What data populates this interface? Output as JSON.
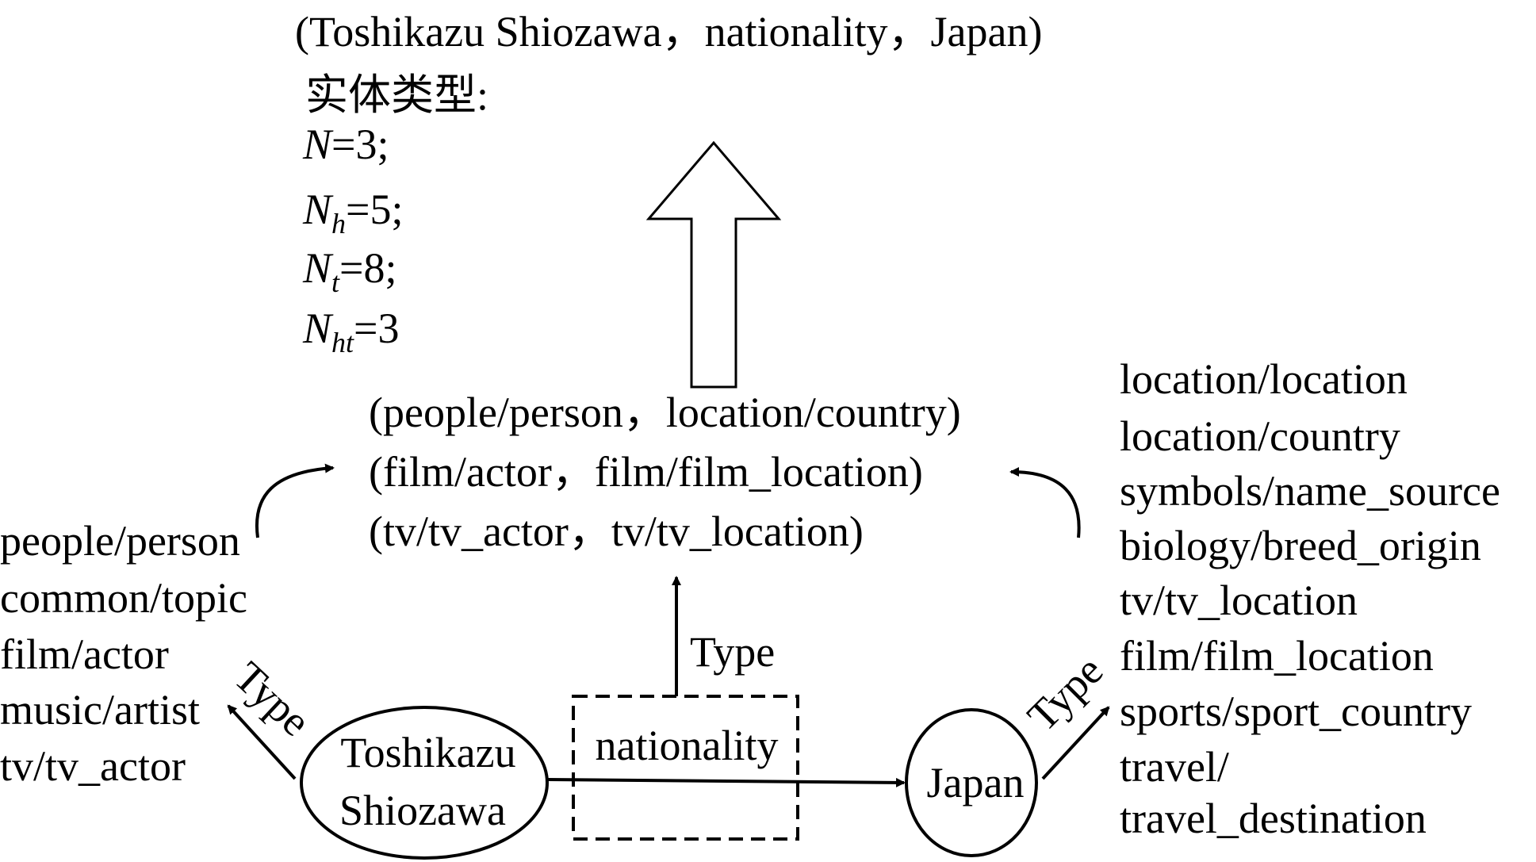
{
  "triple": "(Toshikazu Shiozawa，nationality，Japan)",
  "type_heading": "实体类型:",
  "stats": [
    {
      "sym": "N",
      "sub": "",
      "rest": "=3;"
    },
    {
      "sym": "N",
      "sub": "h",
      "rest": "=5;"
    },
    {
      "sym": "N",
      "sub": "t",
      "rest": "=8;"
    },
    {
      "sym": "N",
      "sub": "ht",
      "rest": "=3"
    }
  ],
  "type_pairs": [
    "(people/person，location/country)",
    "(film/actor，film/film_location)",
    "(tv/tv_actor，tv/tv_location)"
  ],
  "head_types": [
    "people/person",
    "common/topic",
    "film/actor",
    "music/artist",
    "tv/tv_actor"
  ],
  "tail_types": [
    "location/location",
    "location/country",
    "symbols/name_source",
    "biology/breed_origin",
    "tv/tv_location",
    "film/film_location",
    "sports/sport_country",
    "travel/",
    "travel_destination"
  ],
  "head_entity": [
    "Toshikazu",
    "Shiozawa"
  ],
  "relation": "nationality",
  "tail_entity": "Japan",
  "type_label": "Type"
}
